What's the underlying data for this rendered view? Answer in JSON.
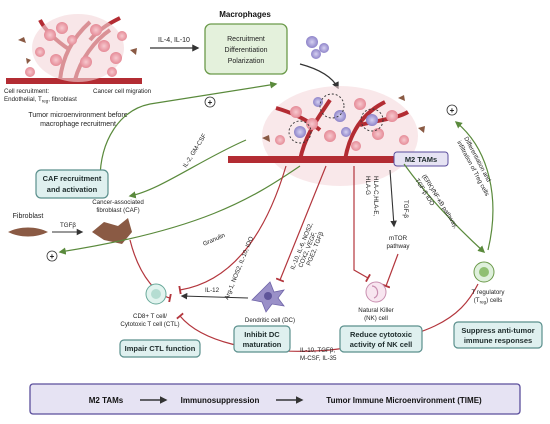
{
  "title": "Macrophages",
  "macrophage_box": [
    "Recruitment",
    "Differentiation",
    "Polarization"
  ],
  "il4_il10": "IL-4, IL-10",
  "tme_caption": [
    "Tumor microenvironment before",
    "macrophage recruitment"
  ],
  "cell_recruitment": [
    "Cell recruitment:",
    "Endothelial, T",
    "reg",
    ", fibroblast"
  ],
  "cancer_migration": "Cancer cell migration",
  "m2_tams": "M2 TAMs",
  "caf_box": [
    "CAF recruitment",
    "and activation"
  ],
  "il2_gmcsf": "IL-2, GM-CSF",
  "fibroblast": "Fibroblast",
  "tgfb": "TGFβ",
  "caf_cell": [
    "Cancer-associated",
    "fibroblast (CAF)"
  ],
  "granulin": "Granulin",
  "arg1": "Arg-1, NOS2, IL-10, IDO",
  "dc_factors": [
    "IL-10, IL-6, NOS2,",
    "COX2, VEGF,",
    "PGE2, TGFβ"
  ],
  "hla": [
    "HLA-C,HLA-E,",
    "HLA-G"
  ],
  "tgfb2": "TGF-β",
  "mtor": [
    "mTOR",
    "pathway"
  ],
  "erk": [
    "(ERK)/NF-κB pathway,",
    "TGF-β IDO"
  ],
  "treg_diff": [
    "Differentiation and",
    "infiltration of Treg cells"
  ],
  "il12": "IL-12",
  "ctl": [
    "CD8+ T cell/",
    "Cytotoxic T cell (CTL)"
  ],
  "dc": "Dendritic cell (DC)",
  "nk": [
    "Natural Killer",
    "(NK) cell"
  ],
  "treg": [
    "T regulatory",
    "(T",
    "reg",
    ") cells"
  ],
  "impair_ctl": "Impair CTL function",
  "inhibit_dc": [
    "Inhibit DC",
    "maturation"
  ],
  "reduce_nk": [
    "Reduce cytotoxic",
    "activity of NK cell"
  ],
  "suppress": [
    "Suppress anti-tumor",
    "immune responses"
  ],
  "il10_bottom": [
    "IL-10, TGFβ,",
    "M-CSF, IL-35"
  ],
  "plus": "+",
  "banner": [
    "M2 TAMs",
    "Immunosuppression",
    "Tumor Immune Microenvironment (TIME)"
  ],
  "colors": {
    "green_box": "#e4f1dc",
    "green_border": "#6b9a4a",
    "teal_box": "#dff0ef",
    "teal_border": "#5a8f8c",
    "banner_fill": "#e6e3f3",
    "banner_border": "#5b4e9c",
    "arrow_green": "#5a8a3c",
    "arrow_red": "#b3363d",
    "arrow_dark": "#333333",
    "vessel": "#b32c33"
  }
}
